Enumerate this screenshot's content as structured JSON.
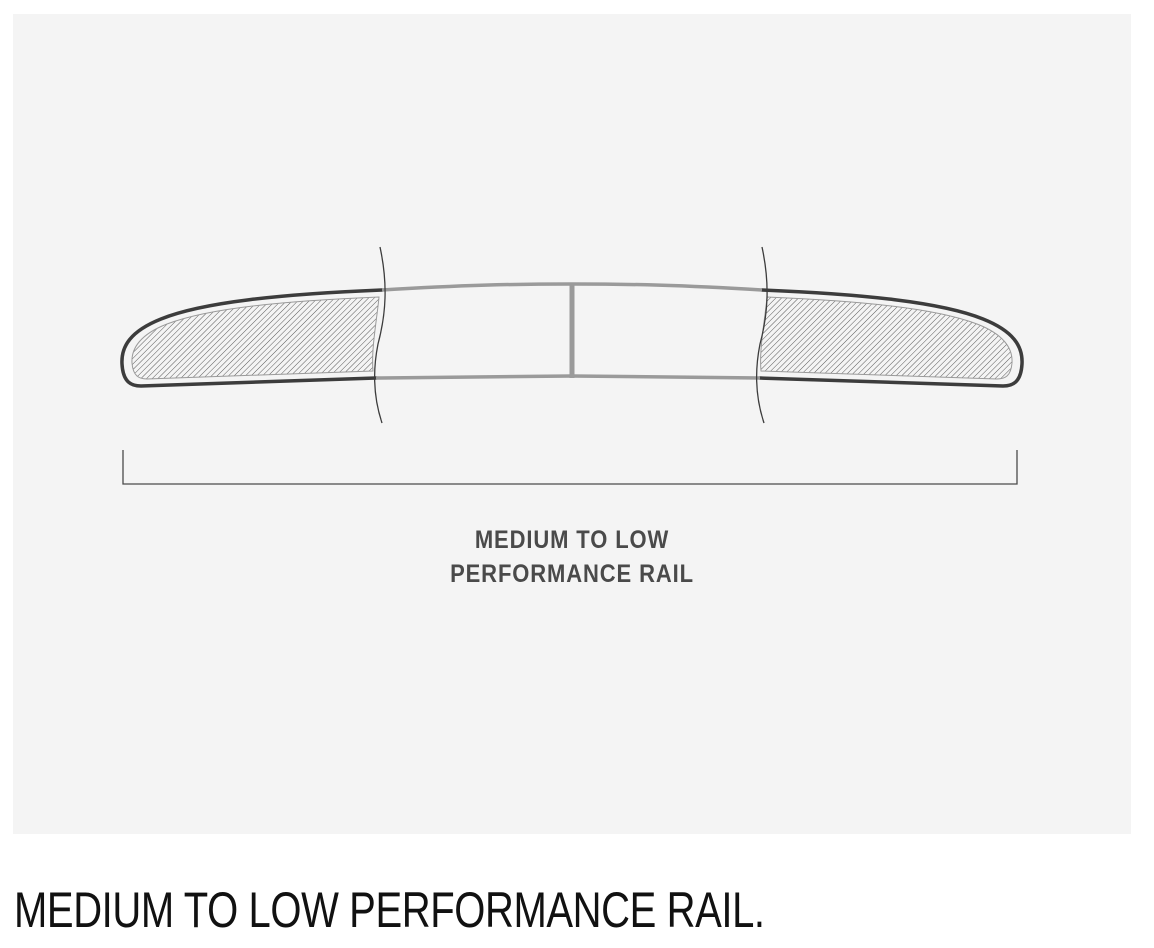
{
  "diagram": {
    "label_line1": "MEDIUM TO LOW",
    "label_line2": "PERFORMANCE RAIL",
    "colors": {
      "background": "#f4f4f4",
      "outline": "#3c3c3c",
      "core_outline": "#9a9a9a",
      "hatch": "#5a5a5a",
      "label": "#4a4a4a"
    }
  },
  "heading": {
    "text": "MEDIUM TO LOW PERFORMANCE RAIL."
  }
}
